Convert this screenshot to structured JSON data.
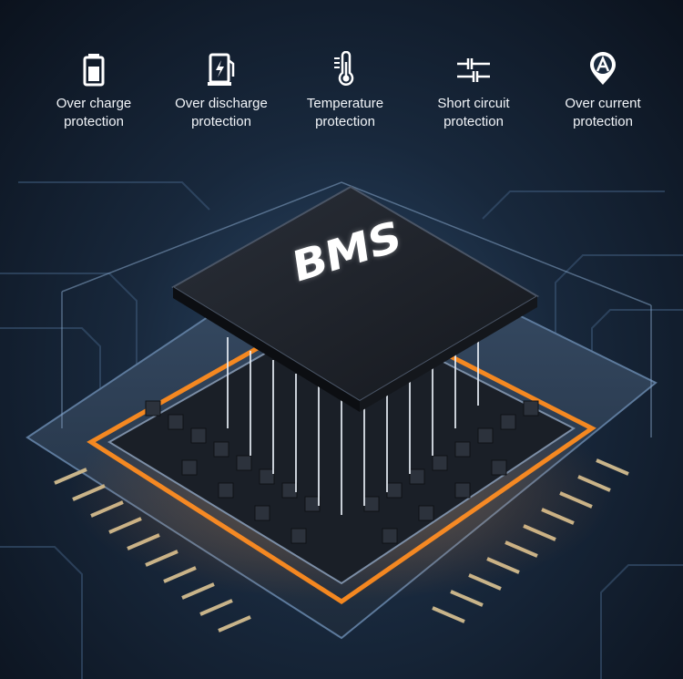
{
  "features": [
    {
      "icon": "battery-icon",
      "line1": "Over charge",
      "line2": "protection"
    },
    {
      "icon": "fuel-pump-lightning-icon",
      "line1": "Over discharge",
      "line2": "protection"
    },
    {
      "icon": "thermometer-icon",
      "line1": "Temperature",
      "line2": "protection"
    },
    {
      "icon": "circuit-switch-icon",
      "line1": "Short circuit",
      "line2": "protection"
    },
    {
      "icon": "ampere-pin-icon",
      "line1": "Over current",
      "line2": "protection"
    }
  ],
  "chip": {
    "label": "BMS"
  },
  "colors": {
    "glow": "#ff9a2e",
    "chip_top": "#1c2027",
    "background": "#1a2a3e",
    "text": "#ffffff"
  }
}
